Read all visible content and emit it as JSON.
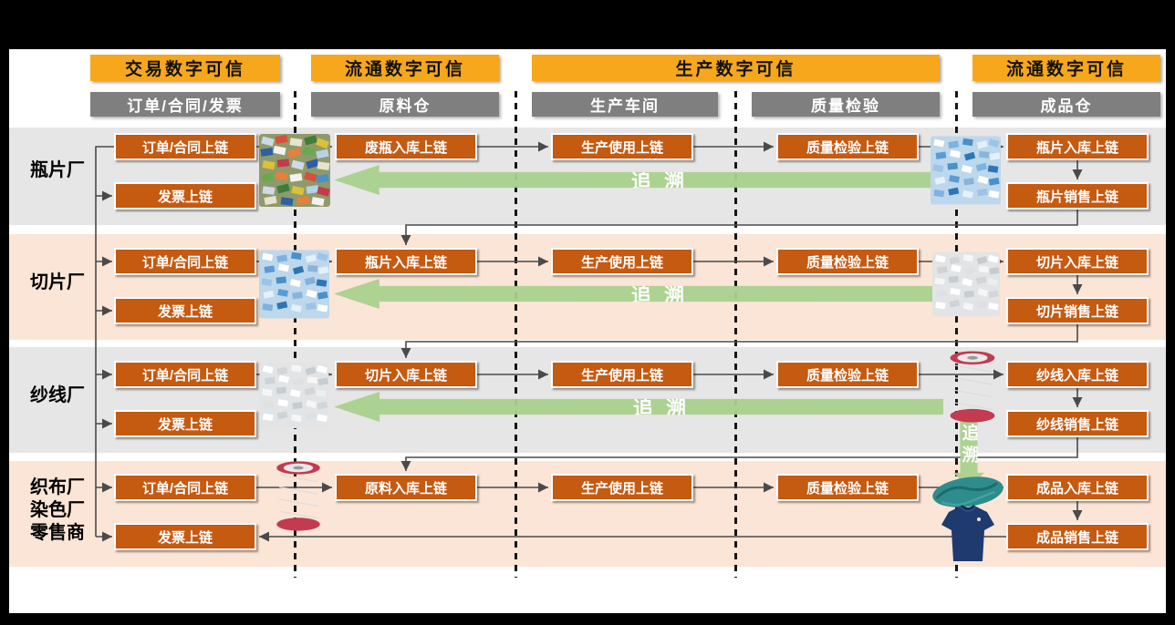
{
  "diagram": {
    "phase_headers": [
      {
        "label": "交易数字可信"
      },
      {
        "label": "流通数字可信"
      },
      {
        "label": "生产数字可信"
      },
      {
        "label": "流通数字可信"
      }
    ],
    "stage_headers": [
      {
        "label": "订单/合同/发票"
      },
      {
        "label": "原料仓"
      },
      {
        "label": "生产车间"
      },
      {
        "label": "质量检验"
      },
      {
        "label": "成品仓"
      }
    ],
    "rows": [
      {
        "label_lines": [
          "瓶片厂"
        ],
        "boxes": {
          "order": "订单/合同上链",
          "invoice": "发票上链",
          "inbound": "废瓶入库上链",
          "production": "生产使用上链",
          "quality": "质量检验上链",
          "stock_in": "瓶片入库上链",
          "sales": "瓶片销售上链"
        },
        "trace_label": "追溯",
        "left_image": "plastic-bottle-bale",
        "right_image": "blue-pet-flakes"
      },
      {
        "label_lines": [
          "切片厂"
        ],
        "boxes": {
          "order": "订单/合同上链",
          "invoice": "发票上链",
          "inbound": "瓶片入库上链",
          "production": "生产使用上链",
          "quality": "质量检验上链",
          "stock_in": "切片入库上链",
          "sales": "切片销售上链"
        },
        "trace_label": "追溯",
        "left_image": "blue-pet-flakes",
        "right_image": "white-pet-chips"
      },
      {
        "label_lines": [
          "纱线厂"
        ],
        "boxes": {
          "order": "订单/合同上链",
          "invoice": "发票上链",
          "inbound": "切片入库上链",
          "production": "生产使用上链",
          "quality": "质量检验上链",
          "stock_in": "纱线入库上链",
          "sales": "纱线销售上链"
        },
        "trace_label": "追溯",
        "left_image": "white-pet-chips",
        "right_image": "yarn-spool"
      },
      {
        "label_lines": [
          "织布厂",
          "染色厂",
          "零售商"
        ],
        "boxes": {
          "order": "订单/合同上链",
          "invoice": "发票上链",
          "inbound": "原料入库上链",
          "production": "生产使用上链",
          "quality": "质量检验上链",
          "stock_in": "成品入库上链",
          "sales": "成品销售上链"
        },
        "left_image": "yarn-spool",
        "right_image": "fabric-and-tshirt"
      }
    ],
    "vertical_trace_label": "追溯",
    "colors": {
      "phase_header": "#F7A71B",
      "stage_header": "#7F7F7F",
      "process_box": "#C55A11",
      "row_band_gray": "#E7E6E6",
      "row_band_peach": "#FBE5D6",
      "trace_arrow_green": "#A9D18E",
      "connector": "#595959"
    }
  }
}
